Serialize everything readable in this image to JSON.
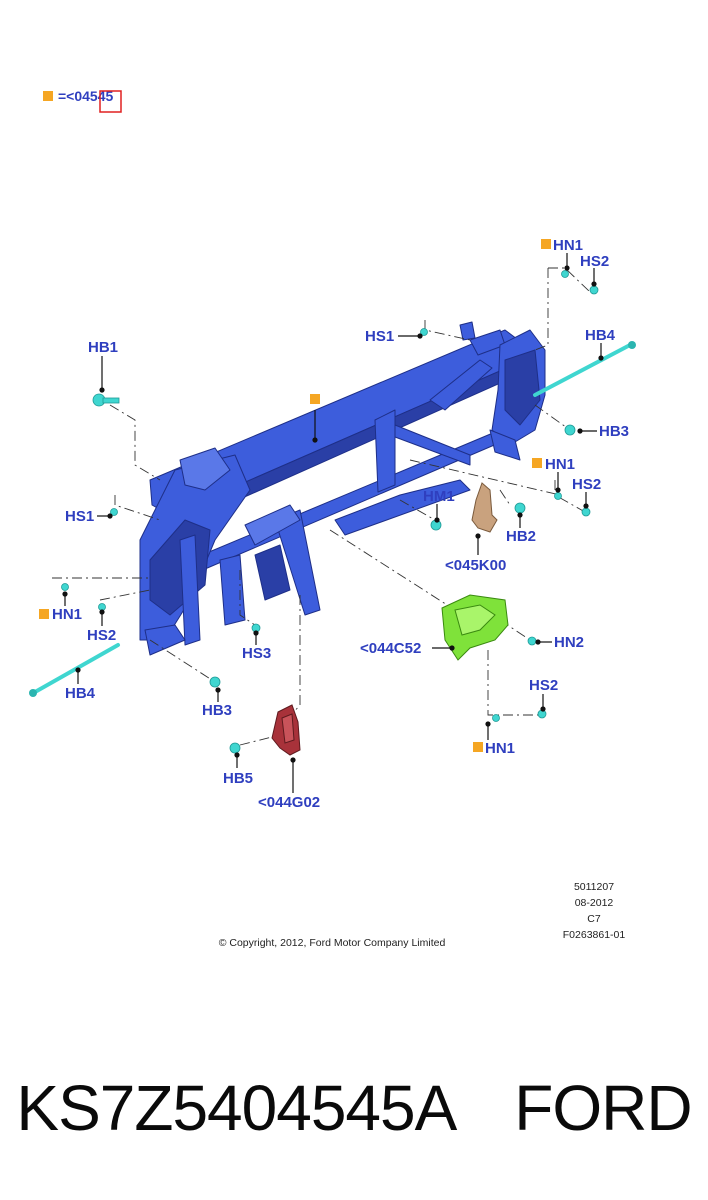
{
  "legend": {
    "text": "=<04545"
  },
  "callouts": {
    "hn1_top_right": "HN1",
    "hs2_top_right": "HS2",
    "hs1_top": "HS1",
    "hb4_right": "HB4",
    "hb3_right": "HB3",
    "hn1_mid_right": "HN1",
    "hs2_mid_right": "HS2",
    "hm1": "HM1",
    "hb2": "HB2",
    "part_045k00": "<045K00",
    "hb1": "HB1",
    "hs1_left": "HS1",
    "hn1_left": "HN1",
    "hs2_left": "HS2",
    "hb4_left": "HB4",
    "hs3": "HS3",
    "hb3_left": "HB3",
    "hb5": "HB5",
    "part_044g02": "<044G02",
    "part_044c52": "<044C52",
    "hn2": "HN2",
    "hs2_bottom": "HS2",
    "hn1_bottom": "HN1"
  },
  "meta": {
    "code": "5011207",
    "date": "08-2012",
    "rev": "C7",
    "figure_id": "F0263861-01",
    "copyright": "© Copyright, 2012, Ford Motor Company Limited"
  },
  "caption": {
    "part_number": "KS7Z5404545A",
    "brand": "FORD"
  },
  "colors": {
    "frame_blue": "#3d5ddc",
    "frame_dark": "#2a3fa6",
    "callout_blue": "#2f3fbf",
    "fastener_cyan": "#3fd6d0",
    "marker_orange": "#f5a623",
    "bracket_green": "#7fe23a",
    "bracket_red": "#a8323a",
    "bracket_tan": "#c9a27e",
    "highlight_red": "#e02020"
  },
  "icons": {
    "legend_marker": "orange-square-icon",
    "fastener": "bolt-icon"
  }
}
